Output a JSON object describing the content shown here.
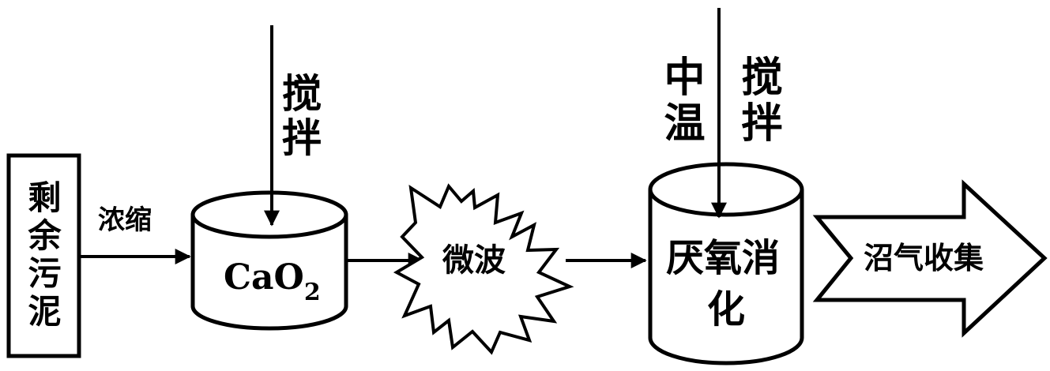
{
  "nodes": {
    "sludge": "剩余污泥",
    "concentrate": "浓缩",
    "reactor1_main": "CaO",
    "reactor1_sub": "2",
    "stir1": "搅拌",
    "microwave": "微波",
    "mesophilic": "中温",
    "stir2": "搅拌",
    "digestion_line1": "厌氧消",
    "digestion_line2": "化",
    "biogas": "沼气收集"
  },
  "colors": {
    "stroke": "#000000",
    "fill": "#ffffff"
  }
}
